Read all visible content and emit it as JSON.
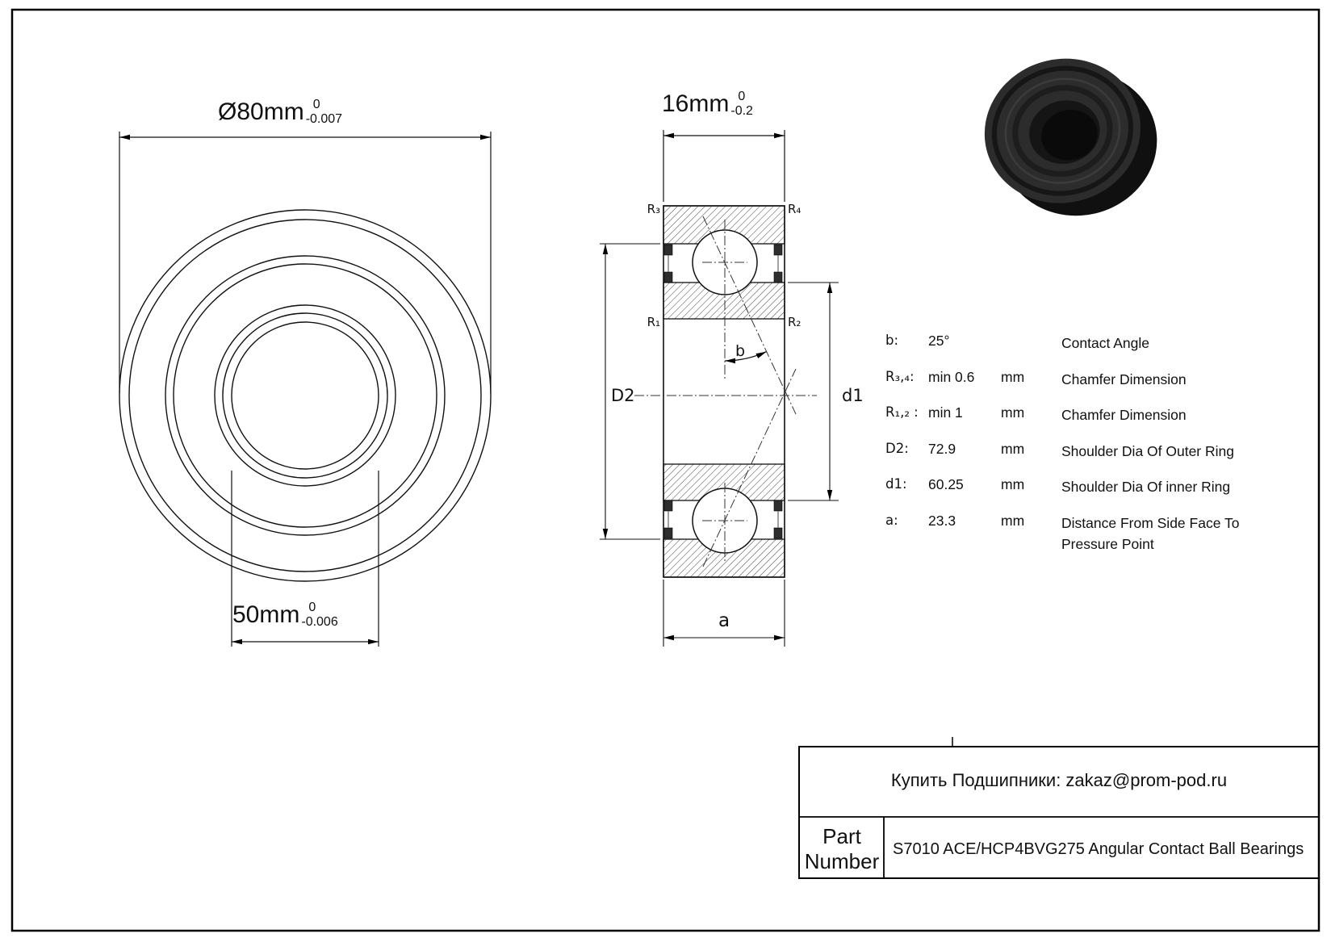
{
  "front_view": {
    "outer_dia": {
      "text": "Ø80mm",
      "tol_upper": "0",
      "tol_lower": "-0.007"
    },
    "bore_dia": {
      "text": "50mm",
      "tol_upper": "0",
      "tol_lower": "-0.006"
    }
  },
  "section_view": {
    "width_dim": {
      "text": "16mm",
      "tol_upper": "0",
      "tol_lower": "-0.2"
    },
    "corner_labels": {
      "top_left": "R₃",
      "top_right": "R₄",
      "mid_left": "R₁",
      "mid_right": "R₂"
    },
    "dim_labels": {
      "outer_shoulder": "D2",
      "inner_shoulder": "d1",
      "contact_angle": "b",
      "side_face_distance": "a"
    }
  },
  "spec_table": {
    "rows": [
      {
        "param": "b:",
        "value": "25°",
        "unit": "",
        "description": "Contact Angle"
      },
      {
        "param": "R₃,₄:",
        "value": "min 0.6",
        "unit": "mm",
        "description": "Chamfer Dimension"
      },
      {
        "param": "R₁,₂ :",
        "value": "min 1",
        "unit": "mm",
        "description": "Chamfer Dimension"
      },
      {
        "param": "D2:",
        "value": "72.9",
        "unit": "mm",
        "description": "Shoulder Dia Of Outer Ring"
      },
      {
        "param": "d1:",
        "value": "60.25",
        "unit": "mm",
        "description": "Shoulder Dia Of inner Ring"
      },
      {
        "param": "a:",
        "value": "23.3",
        "unit": "mm",
        "description": "Distance From Side Face To Pressure Point"
      }
    ]
  },
  "title_block": {
    "contact_line": "Купить Подшипники: zakaz@prom-pod.ru",
    "part_label": "Part Number",
    "part_description": "S7010 ACE/HCP4BVG275 Angular Contact Ball Bearings"
  }
}
